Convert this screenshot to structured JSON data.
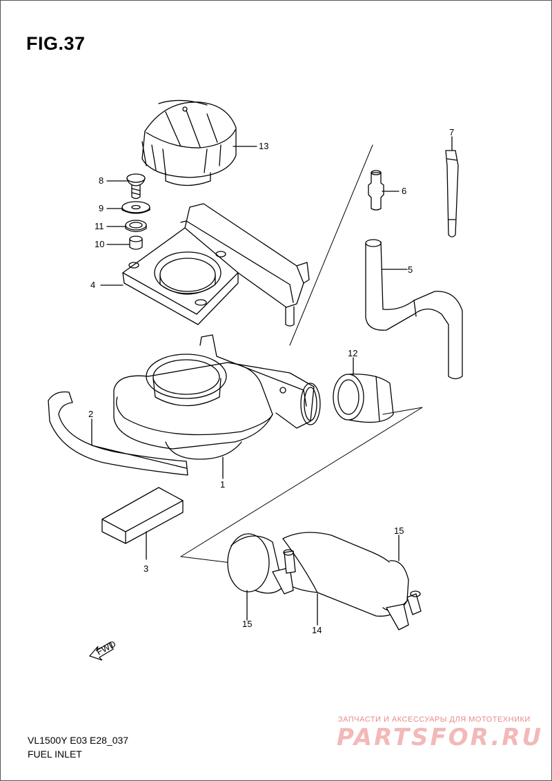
{
  "figure": {
    "title": "FIG.37"
  },
  "footer": {
    "model_code": "VL1500Y E03 E28_037",
    "section_name": "FUEL INLET"
  },
  "watermark": {
    "tagline": "ЗАПЧАСТИ И АКСЕССУАРЫ ДЛЯ МОТОТЕХНИКИ",
    "logo_text": "PARTSFOR.RU"
  },
  "callouts": {
    "c1": "1",
    "c2": "2",
    "c3": "3",
    "c4": "4",
    "c5": "5",
    "c6": "6",
    "c7": "7",
    "c8": "8",
    "c9": "9",
    "c10": "10",
    "c11": "11",
    "c12": "12",
    "c13": "13",
    "c14": "14",
    "c15a": "15",
    "c15b": "15"
  },
  "icons": {
    "direction": "FWD"
  }
}
